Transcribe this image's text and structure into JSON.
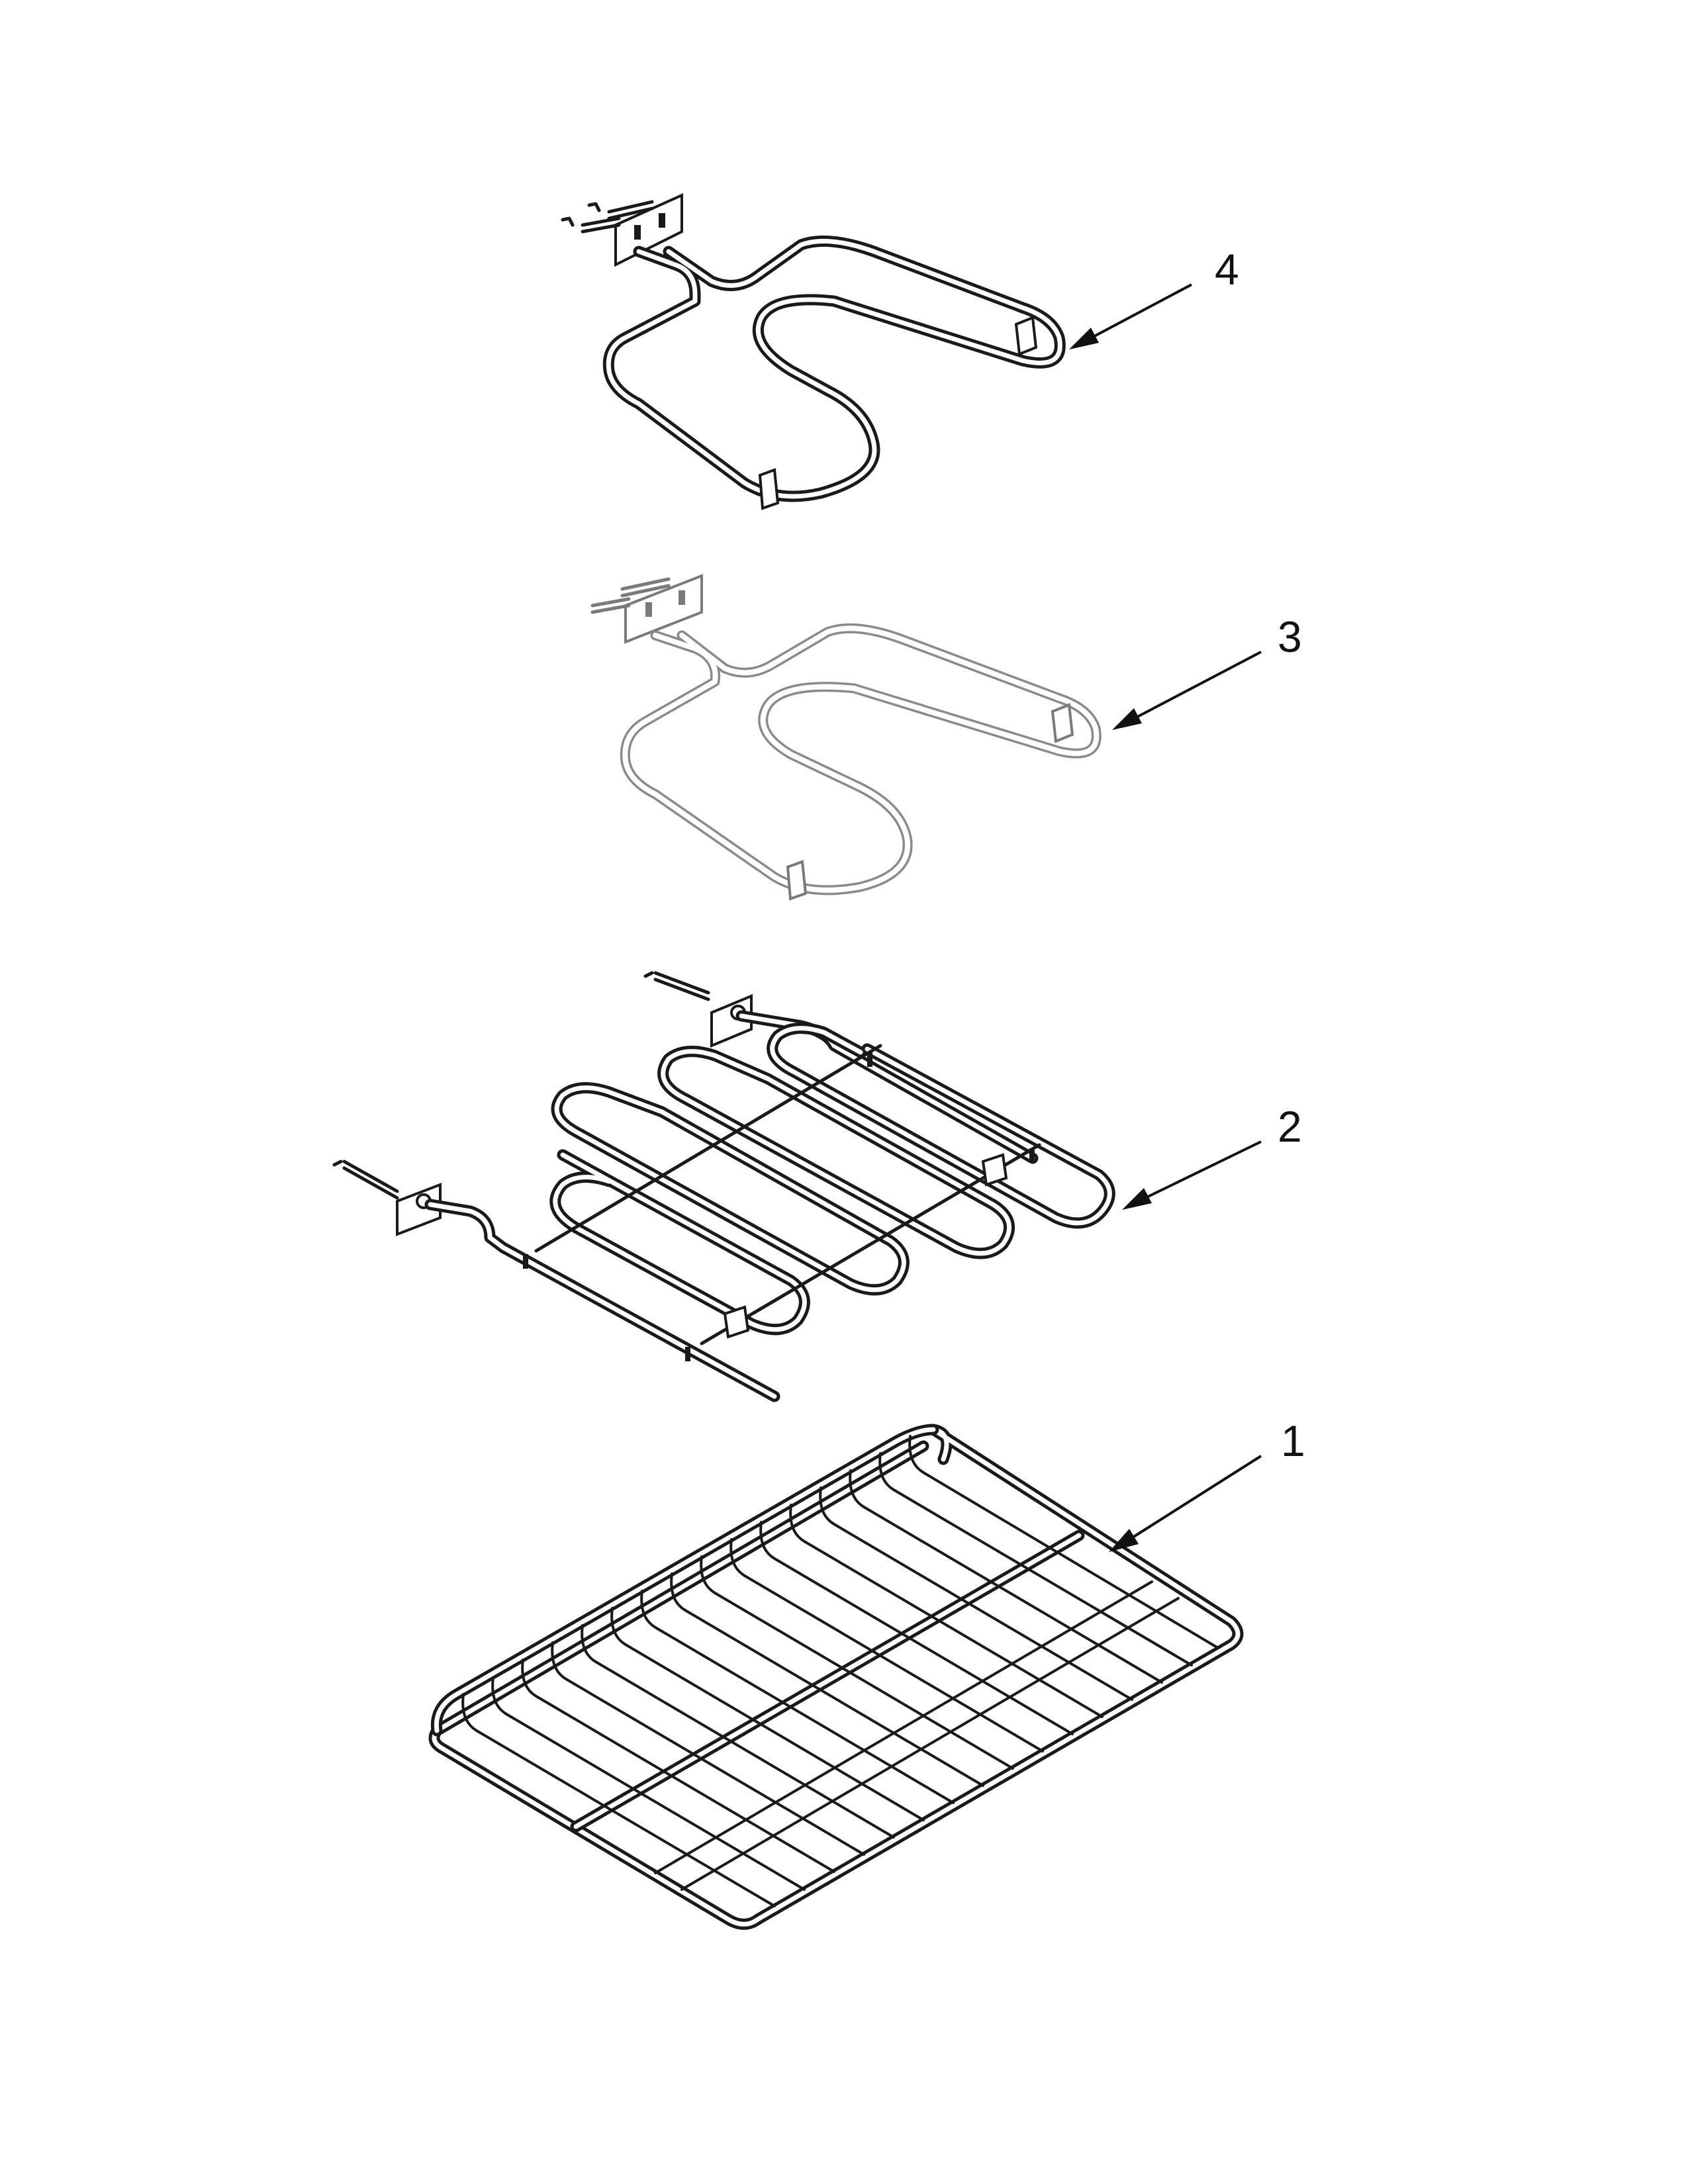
{
  "diagram": {
    "callouts": [
      {
        "id": "4",
        "label": "4"
      },
      {
        "id": "3",
        "label": "3"
      },
      {
        "id": "2",
        "label": "2"
      },
      {
        "id": "1",
        "label": "1"
      }
    ],
    "colors": {
      "line": "#1a1a1a",
      "light_line": "#8a8a8a",
      "background": "#ffffff"
    }
  }
}
